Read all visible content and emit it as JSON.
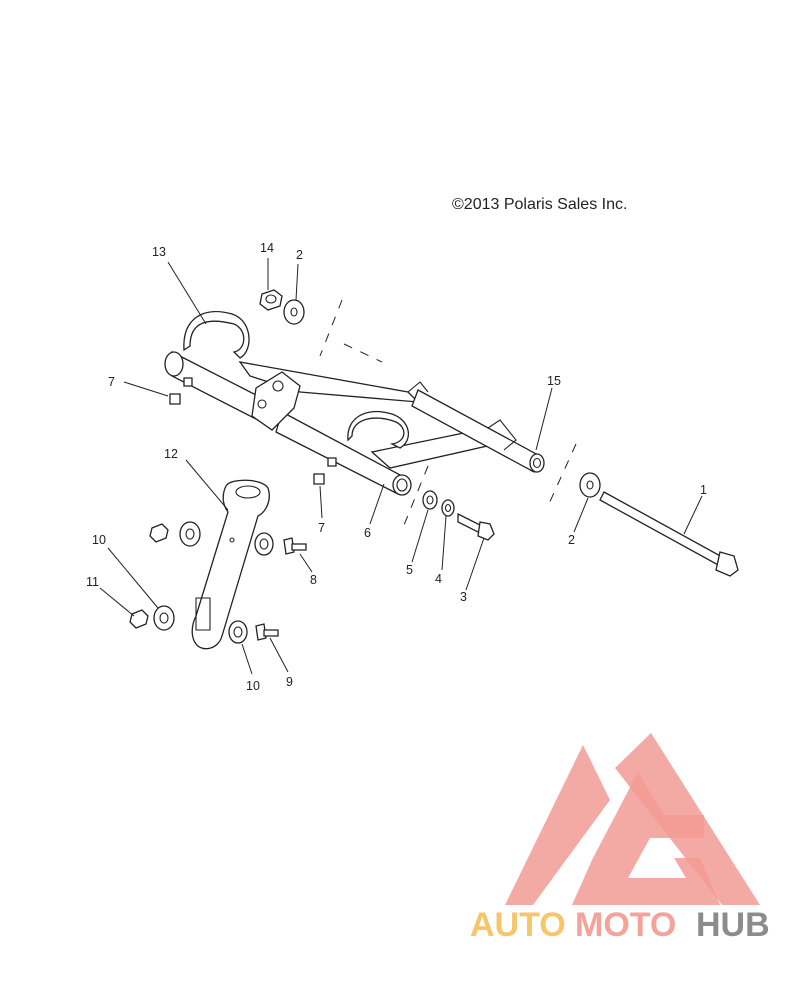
{
  "diagram": {
    "copyright": "©2013 Polaris Sales Inc.",
    "callouts": [
      "13",
      "14",
      "2",
      "7",
      "15",
      "12",
      "7",
      "6",
      "5",
      "4",
      "3",
      "2",
      "1",
      "10",
      "8",
      "11",
      "10",
      "9"
    ]
  },
  "watermark": {
    "brand": [
      "AUTO",
      "MOTO",
      "HUB"
    ],
    "colors": {
      "auto": "#f7c66b",
      "moto": "#f4a39b",
      "hub": "#8c8c8c",
      "logo": "#f29b94"
    }
  }
}
